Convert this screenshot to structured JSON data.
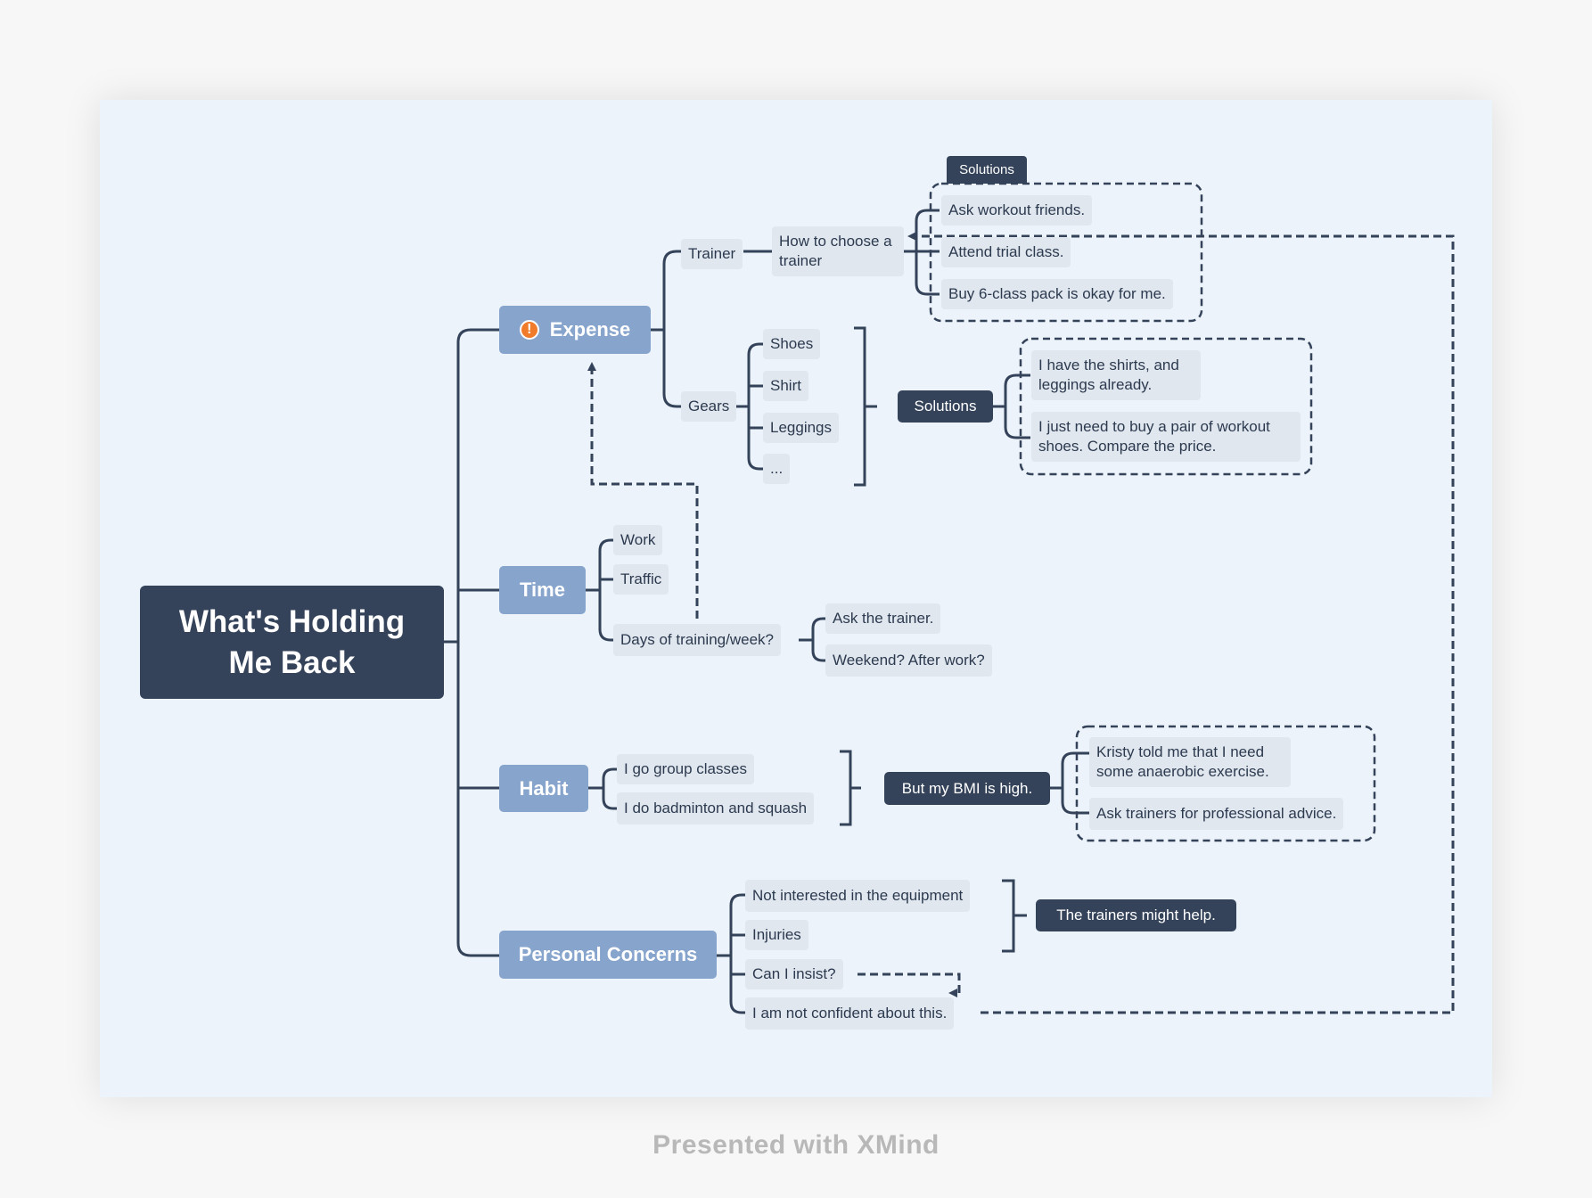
{
  "root": {
    "title": "What's Holding Me Back"
  },
  "expense": {
    "label": "Expense",
    "icon": "warning-icon",
    "trainer": {
      "label": "Trainer",
      "question": "How to choose a trainer",
      "solutions_tag": "Solutions",
      "solutions": [
        "Ask workout friends.",
        "Attend trial class.",
        "Buy 6-class pack is okay for me."
      ]
    },
    "gears": {
      "label": "Gears",
      "items": [
        "Shoes",
        "Shirt",
        "Leggings",
        "..."
      ],
      "solutions_label": "Solutions",
      "solutions": [
        "I have the shirts, and leggings already.",
        "I just need to buy a pair of workout shoes. Compare the price."
      ]
    }
  },
  "time": {
    "label": "Time",
    "items": [
      "Work",
      "Traffic",
      "Days of training/week?"
    ],
    "days_answers": [
      "Ask the trainer.",
      "Weekend? After work?"
    ]
  },
  "habit": {
    "label": "Habit",
    "items": [
      "I go group classes",
      "I do badminton and squash"
    ],
    "summary": "But my BMI is high.",
    "notes": [
      "Kristy told me that I need some anaerobic exercise.",
      "Ask trainers for professional advice."
    ]
  },
  "personal": {
    "label": "Personal Concerns",
    "items": [
      "Not interested in the equipment",
      "Injuries",
      "Can I insist?",
      "I am not confident about this."
    ],
    "summary": "The trainers might help."
  },
  "footer": "Presented with XMind",
  "colors": {
    "canvas": "#edf3fa",
    "dark": "#34435a",
    "main": "#86a4cc",
    "sub": "#e1e7ef",
    "accent": "#f07b2b"
  }
}
